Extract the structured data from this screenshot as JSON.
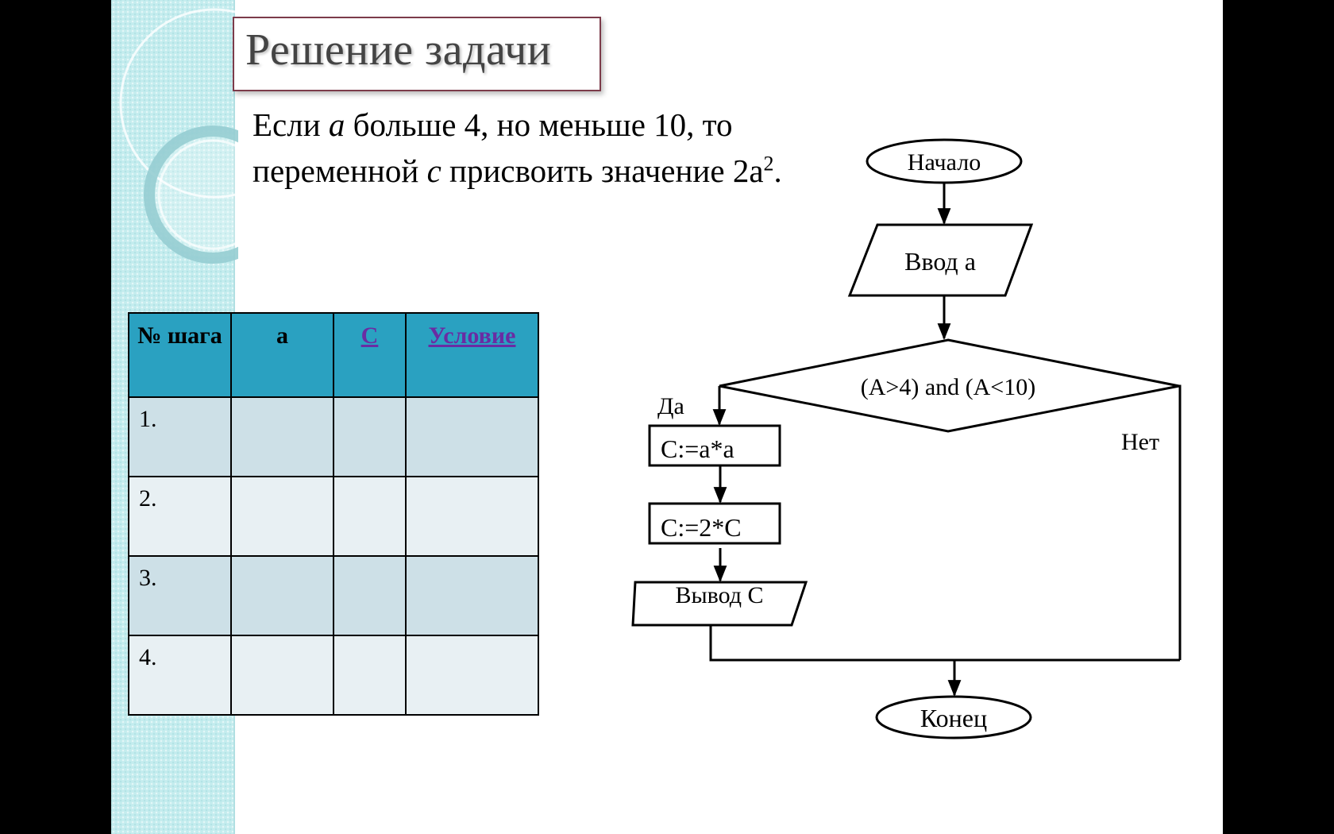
{
  "slide": {
    "title": "Решение задачи",
    "task": {
      "line1_a": "Если",
      "var_a": "a",
      "line1_b": "больше 4, но меньше 10, то",
      "line2_a": "переменной",
      "var_c": "c",
      "line2_b": "присвоить значение 2a",
      "sup": "2",
      "end": "."
    }
  },
  "table": {
    "headers": [
      "№ шага",
      "a",
      "C",
      "Условие"
    ],
    "rows": [
      [
        "1.",
        "",
        "",
        ""
      ],
      [
        "2.",
        "",
        "",
        ""
      ],
      [
        "3.",
        "",
        "",
        ""
      ],
      [
        "4.",
        "",
        "",
        ""
      ]
    ]
  },
  "flowchart": {
    "start": "Начало",
    "input": "Ввод a",
    "condition": "(A>4) and (A<10)",
    "yes": "Да",
    "no": "Нет",
    "step1": "C:=a*a",
    "step2": "C:=2*C",
    "output": "Вывод C",
    "end": "Конец"
  },
  "colors": {
    "header_fill": "#2aa1c1",
    "row_odd": "#cde0e7",
    "row_even": "#e8f0f3",
    "title_border": "#7c3b4a",
    "link": "#6a2ca3"
  }
}
